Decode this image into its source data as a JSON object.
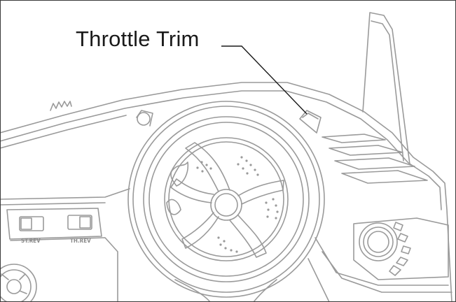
{
  "callout": {
    "label": "Throttle Trim"
  },
  "switches": {
    "steering_reverse": "ST.REV",
    "throttle_reverse": "TH.REV"
  },
  "colors": {
    "line_art": "#9a9a9a",
    "callout_line": "#1a1a1a",
    "frame": "#3a3a3a"
  },
  "icons": {
    "wheel": "steering-wheel-icon",
    "knob": "dial-knob-icon"
  }
}
